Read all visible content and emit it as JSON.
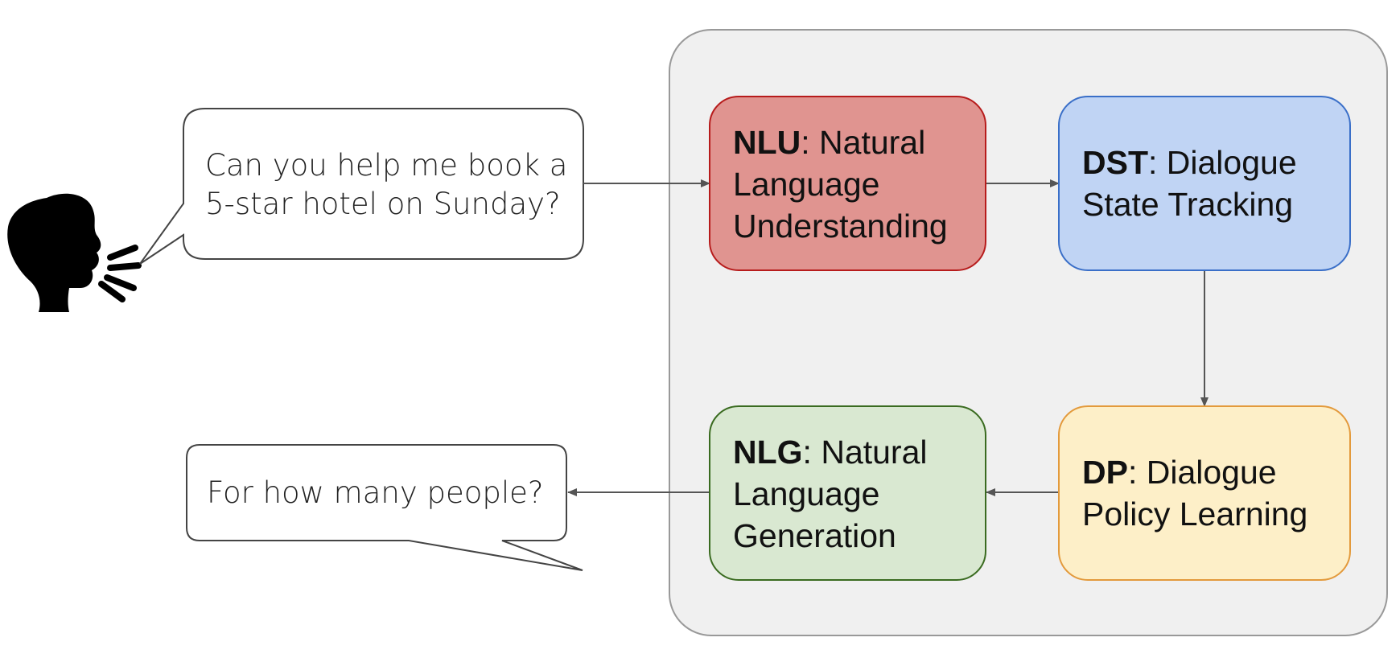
{
  "user_bubble": {
    "lines": [
      "Can you help me book a",
      "5-star hotel on Sunday?"
    ]
  },
  "system_bubble": {
    "lines": [
      "For how many people?"
    ]
  },
  "modules": {
    "nlu": {
      "abbr": "NLU",
      "lines": [
        ": Natural",
        "Language",
        "Understanding"
      ],
      "fill": "#e09490",
      "stroke": "#b71c1c"
    },
    "dst": {
      "abbr": "DST",
      "lines": [
        ": Dialogue",
        "State Tracking"
      ],
      "fill": "#c0d4f4",
      "stroke": "#3a6fc8"
    },
    "dp": {
      "abbr": "DP",
      "lines": [
        ": Dialogue",
        "Policy Learning"
      ],
      "fill": "#fdefc8",
      "stroke": "#e39a3c"
    },
    "nlg": {
      "abbr": "NLG",
      "lines": [
        ": Natural",
        "Language",
        "Generation"
      ],
      "fill": "#d9e8d1",
      "stroke": "#3a6b20"
    }
  },
  "colors": {
    "system_panel_fill": "#f0f0f0",
    "system_panel_stroke": "#999999",
    "arrow": "#555555"
  },
  "icons": {
    "speaker": "speaking-head-icon"
  }
}
